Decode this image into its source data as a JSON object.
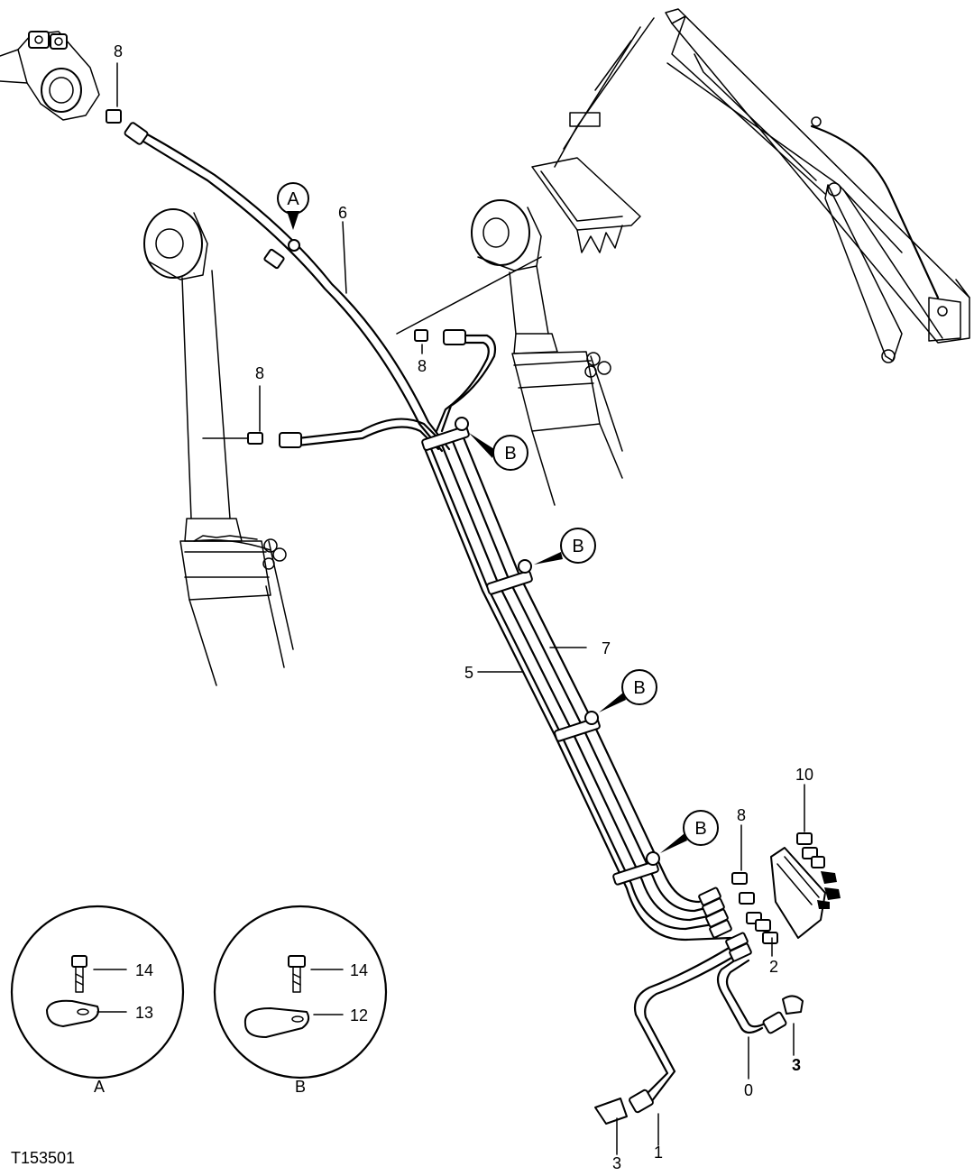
{
  "figure_id": "T153501",
  "callouts": {
    "a": "A",
    "b": "B"
  },
  "part_numbers": {
    "p0": "0",
    "p1": "1",
    "p2": "2",
    "p3": "3",
    "p5": "5",
    "p6": "6",
    "p7": "7",
    "p8": "8",
    "p10": "10",
    "p12": "12",
    "p13": "13",
    "p14": "14"
  },
  "detail_views": [
    {
      "label": "A",
      "bolt_part": "14",
      "clamp_part": "13"
    },
    {
      "label": "B",
      "bolt_part": "14",
      "clamp_part": "12"
    }
  ]
}
